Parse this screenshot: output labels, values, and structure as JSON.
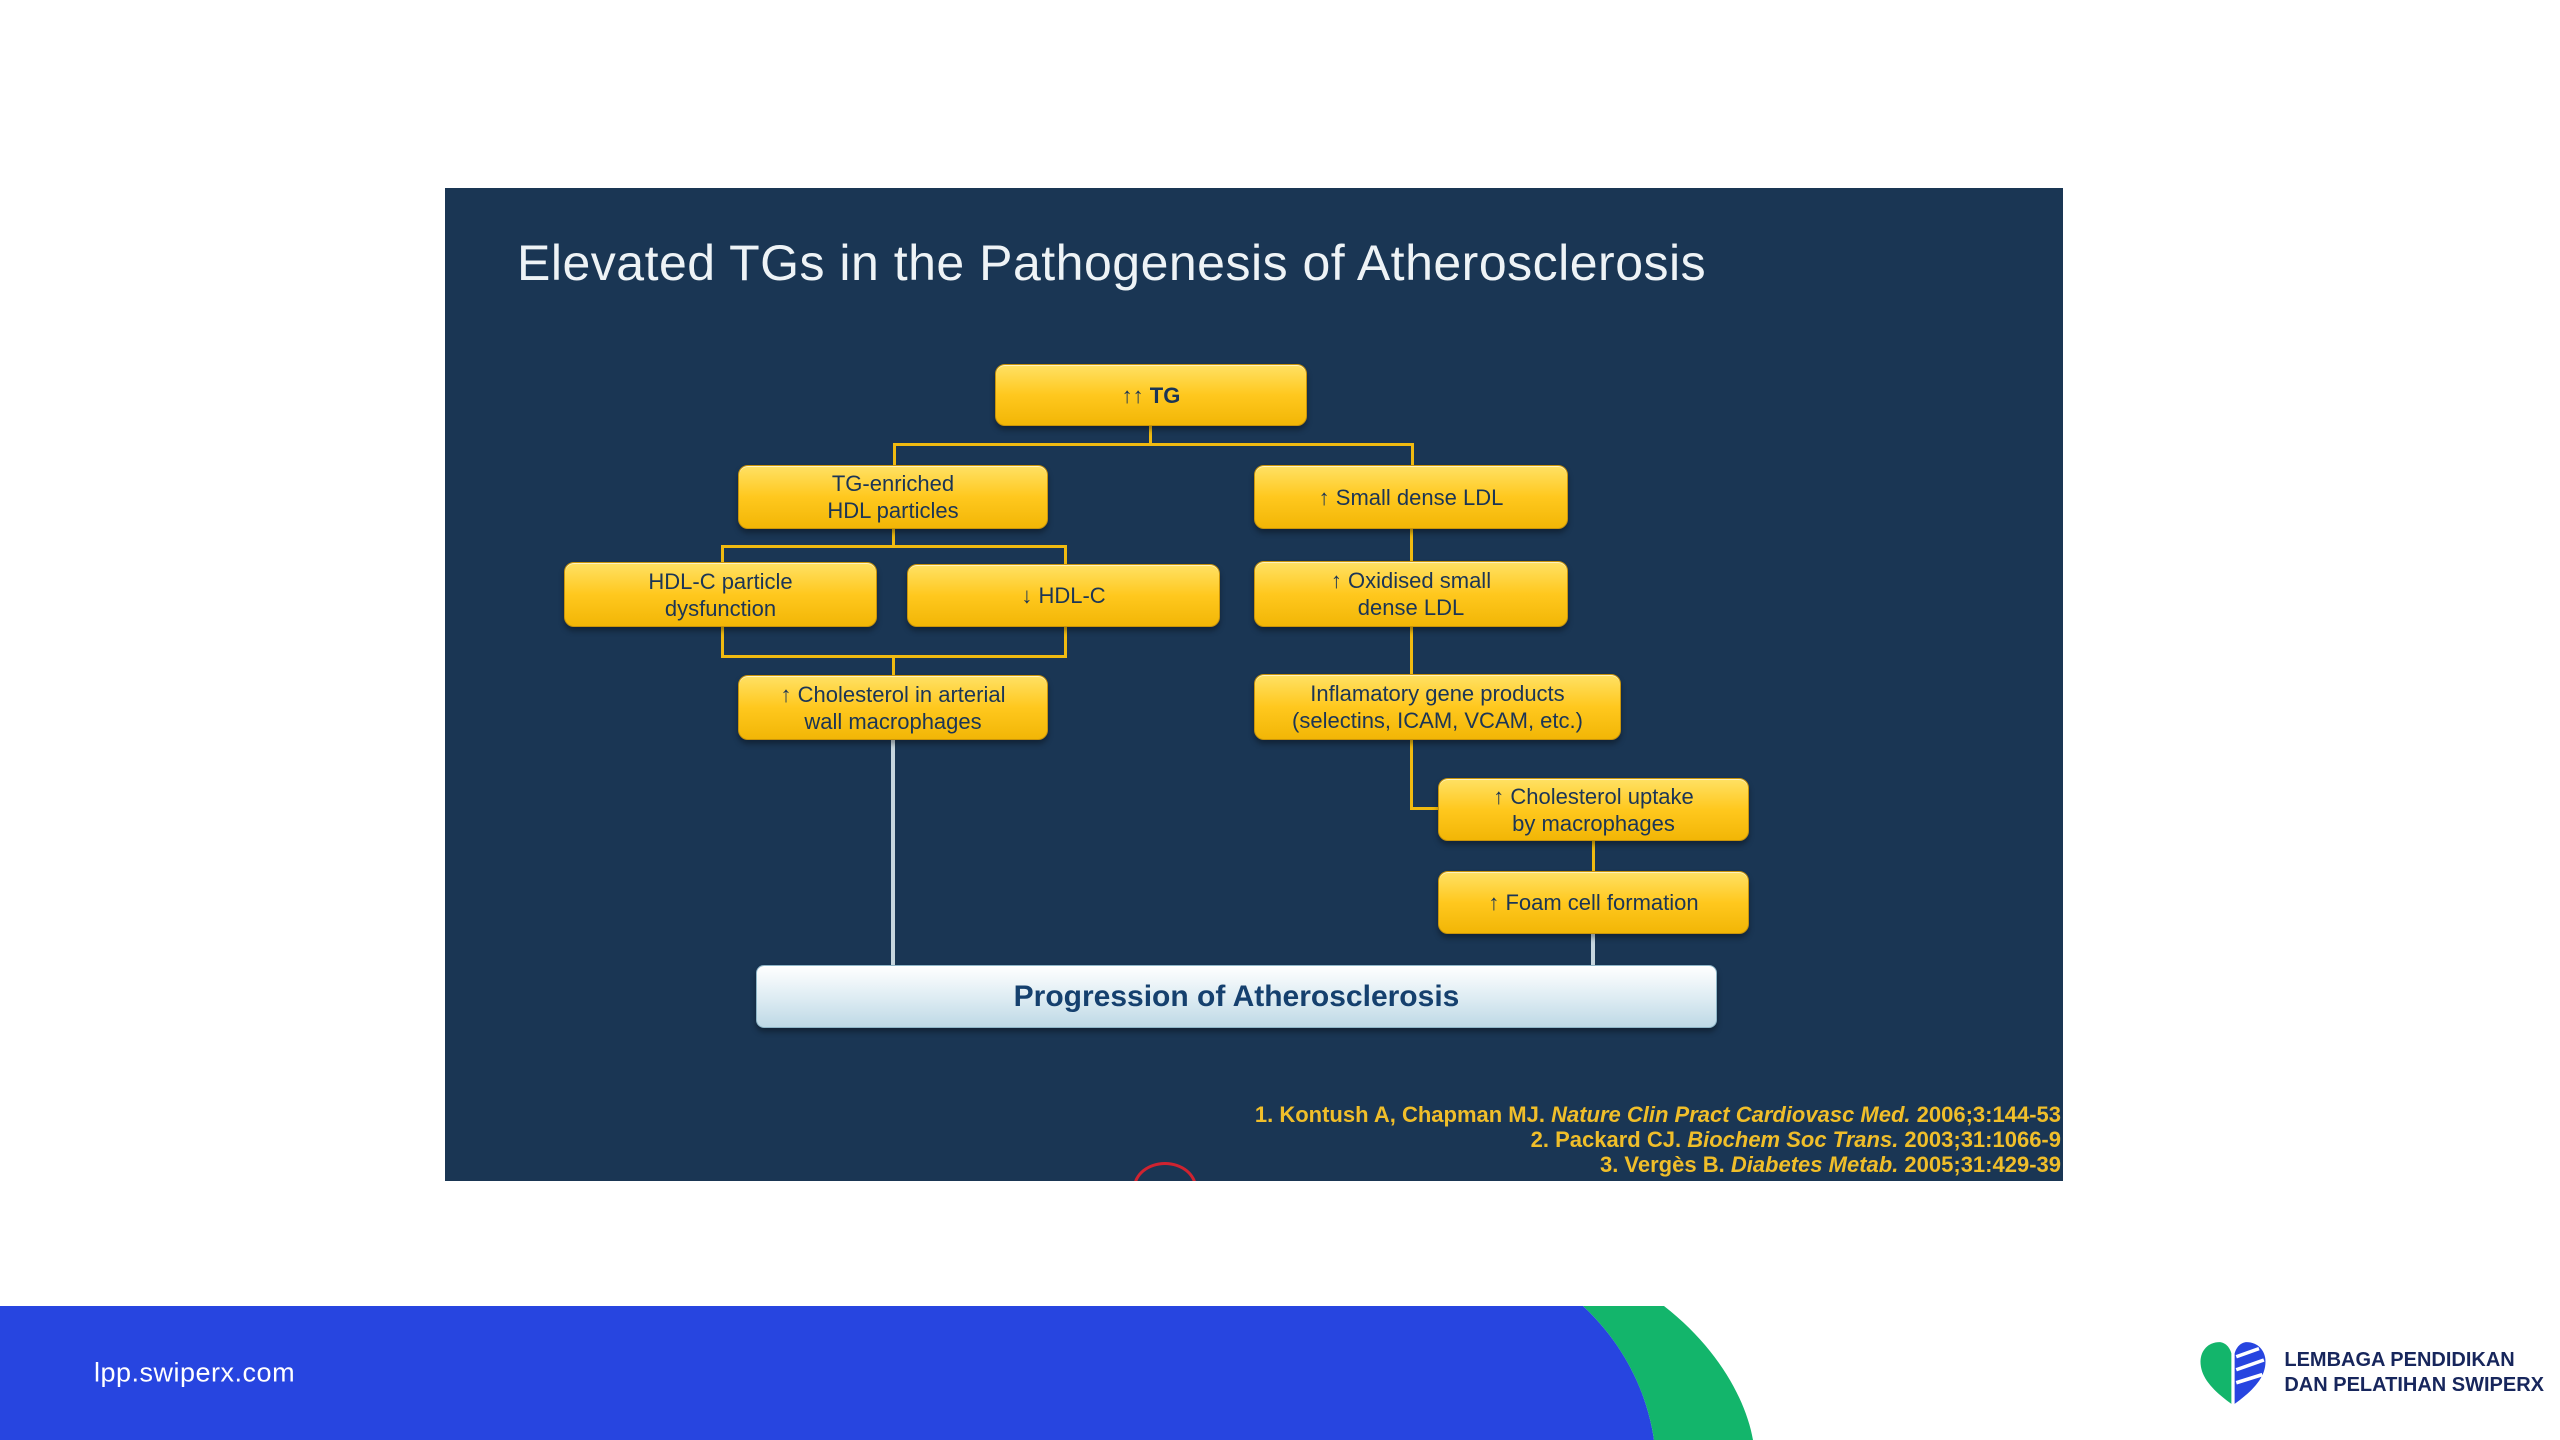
{
  "slide": {
    "title": "Elevated TGs in the Pathogenesis of Atherosclerosis",
    "flowchart": {
      "boxes": [
        {
          "label": "↑↑ TG"
        },
        {
          "label": "TG-enriched\nHDL particles"
        },
        {
          "label": "↑ Small dense LDL"
        },
        {
          "label": "HDL-C particle\ndysfunction"
        },
        {
          "label": "↓ HDL-C"
        },
        {
          "label": "↑ Oxidised small\ndense LDL"
        },
        {
          "label": "↑ Cholesterol in arterial\nwall macrophages"
        },
        {
          "label": "Inflamatory gene products\n(selectins, ICAM, VCAM, etc.)"
        },
        {
          "label": "↑ Cholesterol uptake\nby macrophages"
        },
        {
          "label": "↑ Foam cell formation"
        },
        {
          "label": "Progression of Atherosclerosis"
        }
      ]
    },
    "references": [
      {
        "prefix": "1. Kontush A, Chapman MJ. ",
        "journal": "Nature Clin Pract Cardiovasc Med.",
        "suffix": " 2006;3:144-53"
      },
      {
        "prefix": "2. Packard CJ. ",
        "journal": "Biochem Soc Trans.",
        "suffix": " 2003;31:1066-9"
      },
      {
        "prefix": "3. Vergès B. ",
        "journal": "Diabetes Metab.",
        "suffix": " 2005;31:429-39"
      }
    ]
  },
  "footer": {
    "url": "lpp.swiperx.com",
    "logo_line1": "LEMBAGA PENDIDIKAN",
    "logo_line2": "DAN PELATIHAN SWIPERX"
  },
  "colors": {
    "slide_background": "#1A3654",
    "box_yellow": "#FFC81E",
    "progression_box": "#DCEBF2",
    "footer_blue": "#2745E0",
    "accent_green": "#13B56B",
    "reference_gold": "#F0BE2A"
  }
}
